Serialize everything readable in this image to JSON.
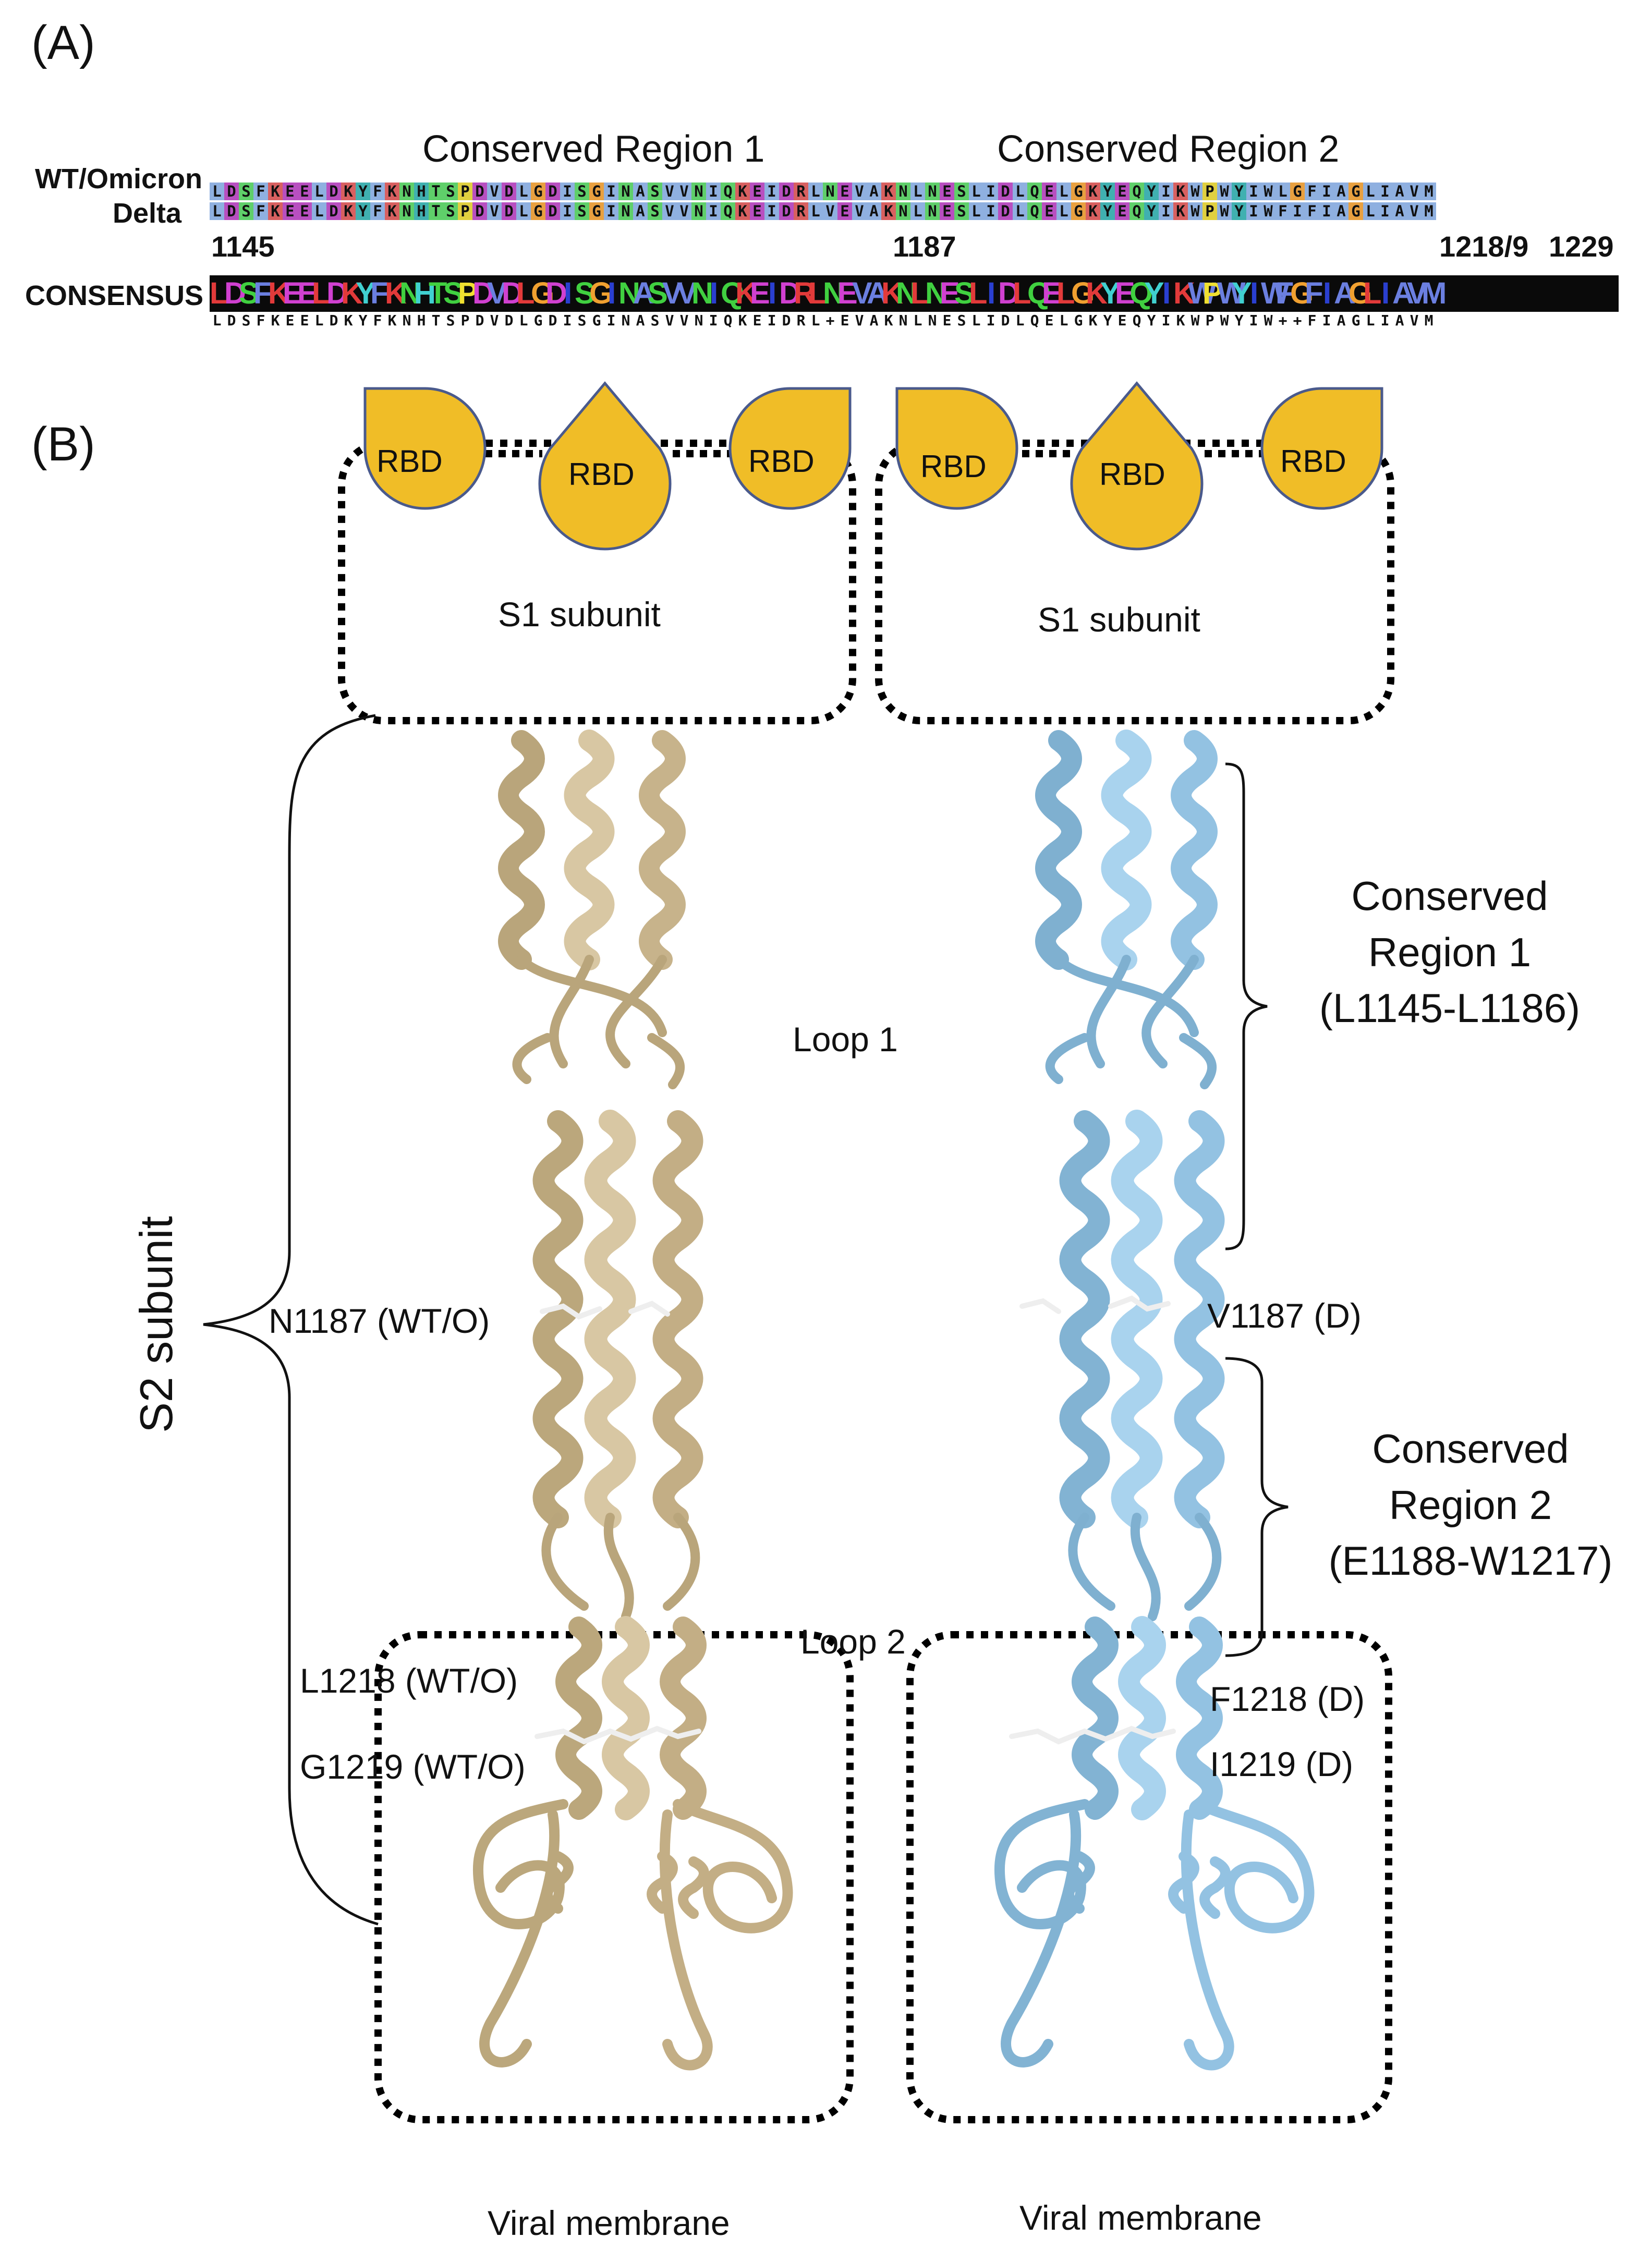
{
  "panel_a": {
    "letter": "(A)",
    "region1_title": "Conserved Region 1",
    "region2_title": "Conserved Region 2",
    "row_labels": {
      "wt_omicron": "WT/Omicron",
      "delta": "Delta",
      "consensus": "CONSENSUS"
    },
    "numbers": {
      "start": "1145",
      "n1187": "1187",
      "n1218": "1218/9",
      "end": "1229"
    },
    "wt_sequence": "LDSFKEELDKYFKNHTSPDVDLGDISGINASVVNIQKEIDRLNEVAKNLNESLIDLQELGKYEQYIKWPWYIWLGFIAGLIAVM",
    "delta_sequence": "LDSFKEELDKYFKNHTSPDVDLGDISGINASVVNIQKEIDRLVEVAKNLNESLIDLQELGKYEQYIKWPWYIWFIFIAGLIAVM",
    "consensus_sequence": "LDSFKEELDKYFKNHTSPDVDLGDISGINASVVNIQKEIDRLNEVAKNLNESLIDLQELGKYEQYIKWPWYIWFGFIAGLIAVM",
    "consensus_line": "LDSFKEELDKYFKNHTSPDVDLGDISGINASVVNIQKEIDRL+EVAKNLNESLIDLQELGKYEQYIKWPWYIW++FIAGLIAVM"
  },
  "panel_b": {
    "letter": "(B)",
    "rbd_label": "RBD",
    "s1_label": "S1 subunit",
    "s2_label": "S2 subunit",
    "loop1": "Loop 1",
    "loop2": "Loop 2",
    "n1187": "N1187 (WT/O)",
    "v1187": "V1187 (D)",
    "l1218": "L1218 (WT/O)",
    "g1219": "G1219 (WT/O)",
    "f1218": "F1218 (D)",
    "i1219": "I1219 (D)",
    "cr1_line1": "Conserved",
    "cr1_line2": "Region 1",
    "cr1_line3": "(L1145-L1186)",
    "cr2_line1": "Conserved",
    "cr2_line2": "Region 2",
    "cr2_line3": "(E1188-W1217)",
    "membrane_left": "Viral membrane",
    "membrane_right": "Viral membrane"
  },
  "colors": {
    "rbd_fill": "#f0bd27",
    "rbd_stroke": "#4a5a8c",
    "wt_ribbon": "#d8c7a3",
    "wt_ribbon_dark": "#a99469",
    "delta_ribbon": "#a9d3ee",
    "delta_ribbon_dark": "#6f9fc0"
  }
}
